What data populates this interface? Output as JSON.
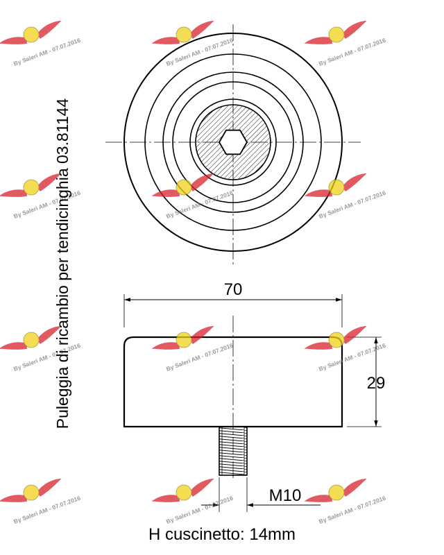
{
  "title": "Puleggia di ricambio per tendicinghia 03.81144",
  "caption": "H cuscinetto: 14mm",
  "dimensions": {
    "width": "70",
    "height": "29",
    "thread": "M10"
  },
  "watermark": {
    "text": "By Saleri AM - 07.07.2016",
    "color": "#d9232d"
  }
}
